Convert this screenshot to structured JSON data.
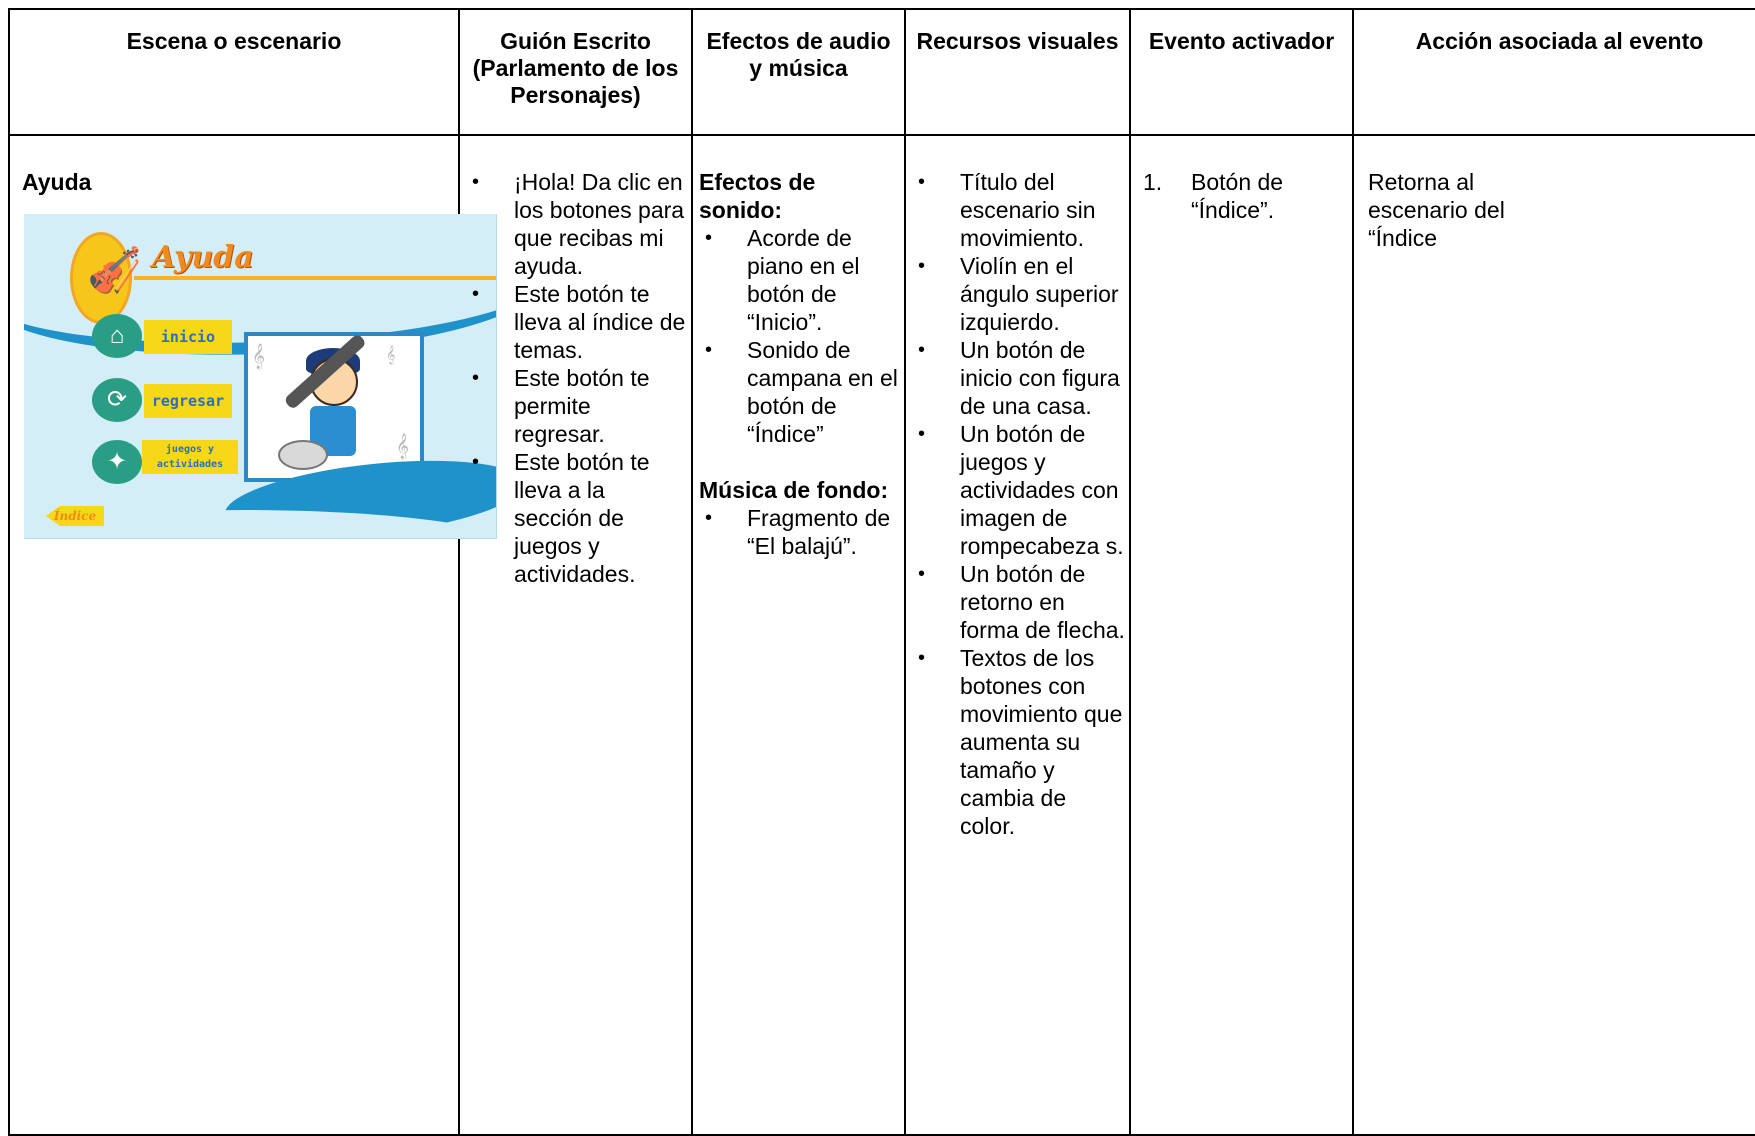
{
  "headers": [
    "Escena o escenario",
    "Guión Escrito (Parlamento de los Personajes)",
    "Efectos de audio y música",
    "Recursos visuales",
    "Evento activador",
    "Acción asociada al evento"
  ],
  "scene": {
    "name": "Ayuda",
    "thumbnail": {
      "title": "Ayuda",
      "btn_inicio": "inicio",
      "btn_regresar": "regresar",
      "btn_juegos": "juegos y actividades",
      "btn_indice": "Índice",
      "icons": [
        "violin-icon",
        "house-icon",
        "arrow-icon",
        "puzzle-icon",
        "music-note-icon"
      ],
      "colors": {
        "background": "#d3eef6",
        "band": "#1f92c9",
        "button_label": "#f6d818",
        "title": "#f08a1c"
      }
    }
  },
  "script_lines": [
    "¡Hola! Da clic en los botones para que recibas mi ayuda.",
    "Este botón te lleva al índice de temas.",
    "Este botón te permite regresar.",
    "Este botón te lleva a la sección de juegos y actividades."
  ],
  "audio": {
    "effects_heading": "Efectos de sonido:",
    "effects": [
      "Acorde de piano en el botón de “Inicio”.",
      "Sonido de campana en el botón de “Índice”"
    ],
    "music_heading": "Música de fondo:",
    "music": [
      "Fragmento de “El balajú”."
    ]
  },
  "visuals": [
    "Título del escenario sin movimiento.",
    "Violín en el ángulo superior izquierdo.",
    "Un botón de inicio con figura de una casa.",
    "Un botón de juegos y actividades con imagen de rompecabeza s.",
    "Un botón de retorno en forma de flecha.",
    "Textos de los botones con movimiento que aumenta su tamaño y cambia de color."
  ],
  "event": {
    "number": "1.",
    "text": "Botón de “Índice”."
  },
  "action": "Retorna al escenario del “Índice"
}
